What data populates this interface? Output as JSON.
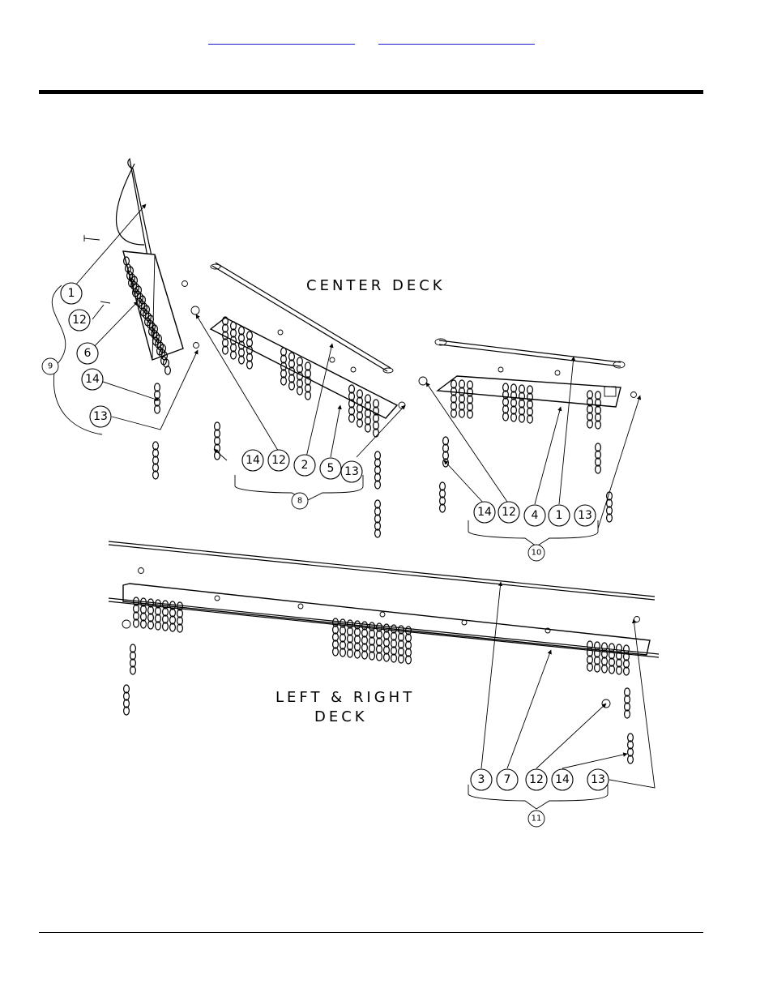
{
  "diagram": {
    "label_center": "CENTER DECK",
    "label_lr_line1": "LEFT & RIGHT",
    "label_lr_line2": "DECK",
    "callouts": [
      "1",
      "12",
      "6",
      "14",
      "13",
      "14",
      "12",
      "2",
      "5",
      "13",
      "14",
      "12",
      "4",
      "1",
      "13",
      "3",
      "7",
      "12",
      "14",
      "13"
    ],
    "assemblies": [
      "9",
      "8",
      "10",
      "11"
    ]
  }
}
